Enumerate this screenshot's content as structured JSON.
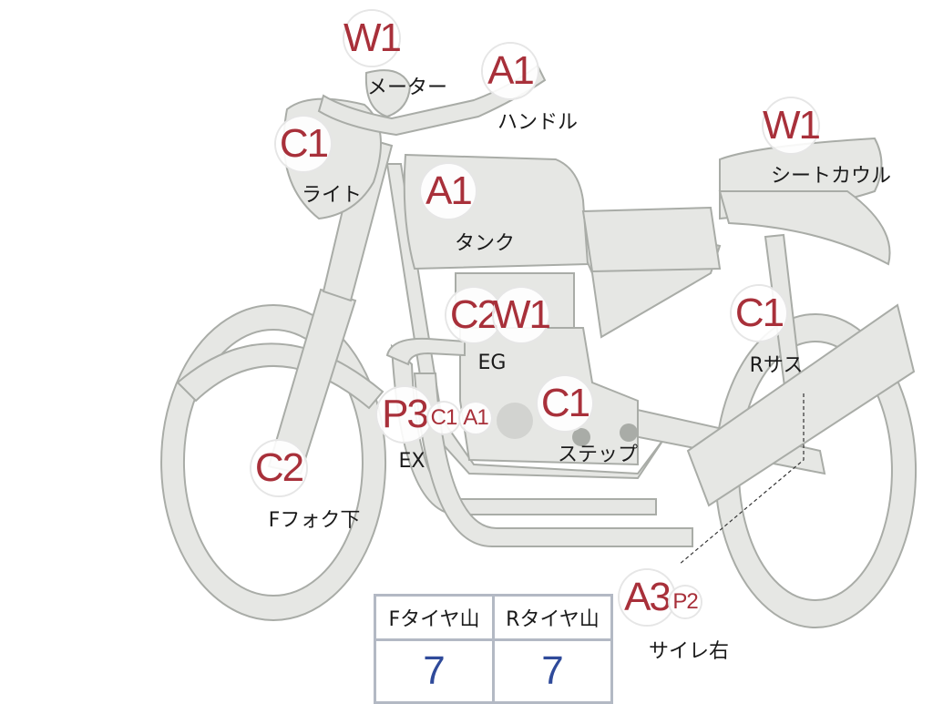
{
  "parts": [
    {
      "id": "meter",
      "label": "メーター",
      "codes": [
        "W1"
      ]
    },
    {
      "id": "handle",
      "label": "ハンドル",
      "codes": [
        "A1"
      ]
    },
    {
      "id": "light",
      "label": "ライト",
      "codes": [
        "C1"
      ]
    },
    {
      "id": "tank",
      "label": "タンク",
      "codes": [
        "A1"
      ]
    },
    {
      "id": "seat-cowl",
      "label": "シートカウル",
      "codes": [
        "W1"
      ]
    },
    {
      "id": "engine",
      "label": "EG",
      "codes": [
        "C2",
        "W1"
      ]
    },
    {
      "id": "rear-suspension",
      "label": "Rサス",
      "codes": [
        "C1"
      ]
    },
    {
      "id": "exhaust",
      "label": "EX",
      "codes": [
        "P3",
        "C1",
        "A1"
      ]
    },
    {
      "id": "step",
      "label": "ステップ",
      "codes": [
        "C1"
      ]
    },
    {
      "id": "front-fork-lower",
      "label": "Fフォク下",
      "codes": [
        "C2"
      ]
    },
    {
      "id": "muffler-right",
      "label": "サイレ右",
      "codes": [
        "A3",
        "P2"
      ]
    }
  ],
  "tires": {
    "front_label": "Fタイヤ山",
    "rear_label": "Rタイヤ山",
    "front_value": "7",
    "rear_value": "7"
  },
  "colors": {
    "code_text": "#a8303a",
    "bike_fill": "#e6e7e4",
    "bike_stroke": "#a9aca7",
    "tire_value": "#2f4a9a"
  }
}
